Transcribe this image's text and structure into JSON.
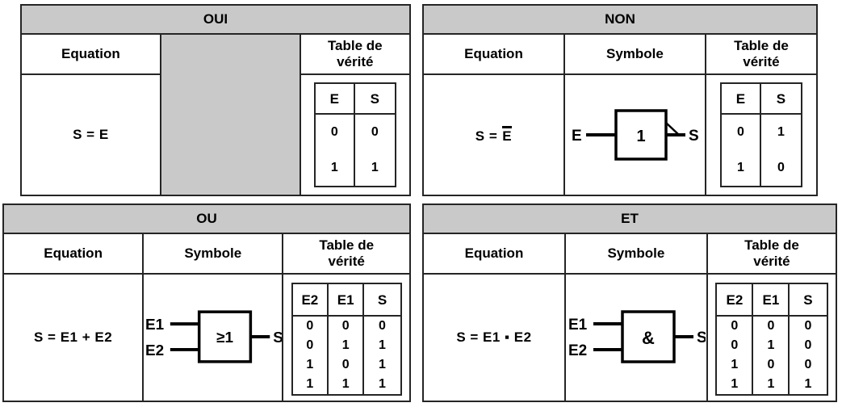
{
  "colors": {
    "header_bg": "#c9c9c9",
    "border": "#252525",
    "text": "#000000",
    "background": "#ffffff"
  },
  "panels": [
    {
      "key": "oui",
      "title": "OUI",
      "equation_label": "Equation",
      "truth_label": "Table de\nvérité",
      "equation": "S = E",
      "truth": {
        "headers": [
          "E",
          "S"
        ],
        "rows": [
          [
            "0",
            "0"
          ],
          [
            "1",
            "1"
          ]
        ]
      }
    },
    {
      "key": "non",
      "title": "NON",
      "equation_label": "Equation",
      "symbol_label": "Symbole",
      "truth_label": "Table de\nvérité",
      "equation_prefix": "S =",
      "equation_overlined": "E",
      "symbol": {
        "input": "E",
        "gate": "1",
        "output": "S",
        "inverted_output": true
      },
      "truth": {
        "headers": [
          "E",
          "S"
        ],
        "rows": [
          [
            "0",
            "1"
          ],
          [
            "1",
            "0"
          ]
        ]
      }
    },
    {
      "key": "ou",
      "title": "OU",
      "equation_label": "Equation",
      "symbol_label": "Symbole",
      "truth_label": "Table de\nvérité",
      "equation": "S = E1 + E2",
      "symbol": {
        "input1": "E1",
        "input2": "E2",
        "gate": "≥1",
        "output": "S"
      },
      "truth": {
        "headers": [
          "E2",
          "E1",
          "S"
        ],
        "rows": [
          [
            "0",
            "0",
            "0"
          ],
          [
            "0",
            "1",
            "1"
          ],
          [
            "1",
            "0",
            "1"
          ],
          [
            "1",
            "1",
            "1"
          ]
        ]
      }
    },
    {
      "key": "et",
      "title": "ET",
      "equation_label": "Equation",
      "symbol_label": "Symbole",
      "truth_label": "Table de\nvérité",
      "equation": "S = E1 ▪ E2",
      "symbol": {
        "input1": "E1",
        "input2": "E2",
        "gate": "&",
        "output": "S"
      },
      "truth": {
        "headers": [
          "E2",
          "E1",
          "S"
        ],
        "rows": [
          [
            "0",
            "0",
            "0"
          ],
          [
            "0",
            "1",
            "0"
          ],
          [
            "1",
            "0",
            "0"
          ],
          [
            "1",
            "1",
            "1"
          ]
        ]
      }
    }
  ]
}
